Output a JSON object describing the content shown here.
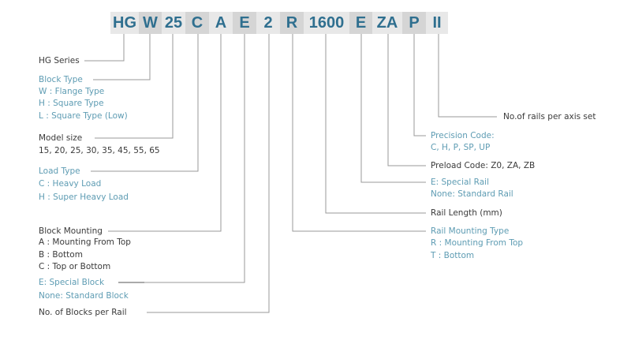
{
  "code_segments": [
    "HG",
    "W",
    "25",
    "C",
    "A",
    "E",
    "2",
    "R",
    "1600",
    "E",
    "ZA",
    "P",
    "II"
  ],
  "left_labels": {
    "series": "HG Series",
    "block_type": {
      "title": "Block  Type",
      "options": [
        "W : Flange  Type",
        "H : Square Type",
        "L : Square Type (Low)"
      ]
    },
    "model_size": {
      "title": "Model size",
      "options": [
        "15, 20, 25, 30, 35, 45, 55, 65"
      ]
    },
    "load_type": {
      "title": "Load Type",
      "options": [
        "C : Heavy Load",
        "H : Super Heavy Load"
      ]
    },
    "block_mounting": {
      "title": "Block Mounting",
      "options": [
        "A : Mounting From Top",
        "B : Bottom",
        "C : Top or Bottom"
      ]
    },
    "special_block": {
      "title": "E: Special Block",
      "options": [
        "None: Standard Block"
      ]
    },
    "blocks_per_rail": "No. of Blocks per Rail"
  },
  "right_labels": {
    "rails_per_axis": "No.of rails per axis set",
    "precision": {
      "title": "Precision Code:",
      "options": [
        "C, H, P, SP, UP"
      ]
    },
    "preload": "Preload Code: Z0, ZA, ZB",
    "special_rail": {
      "title": "E: Special Rail",
      "options": [
        "None: Standard Rail"
      ]
    },
    "rail_length": "Rail Length (mm)",
    "rail_mounting": {
      "title": "Rail Mounting Type",
      "options": [
        "R : Mounting From Top",
        "T : Bottom"
      ]
    }
  },
  "colors": {
    "code_text": "#2f6f8f",
    "teal_text": "#5e9cb3",
    "dark_text": "#3a3a3a",
    "line": "#9a9a9a"
  }
}
